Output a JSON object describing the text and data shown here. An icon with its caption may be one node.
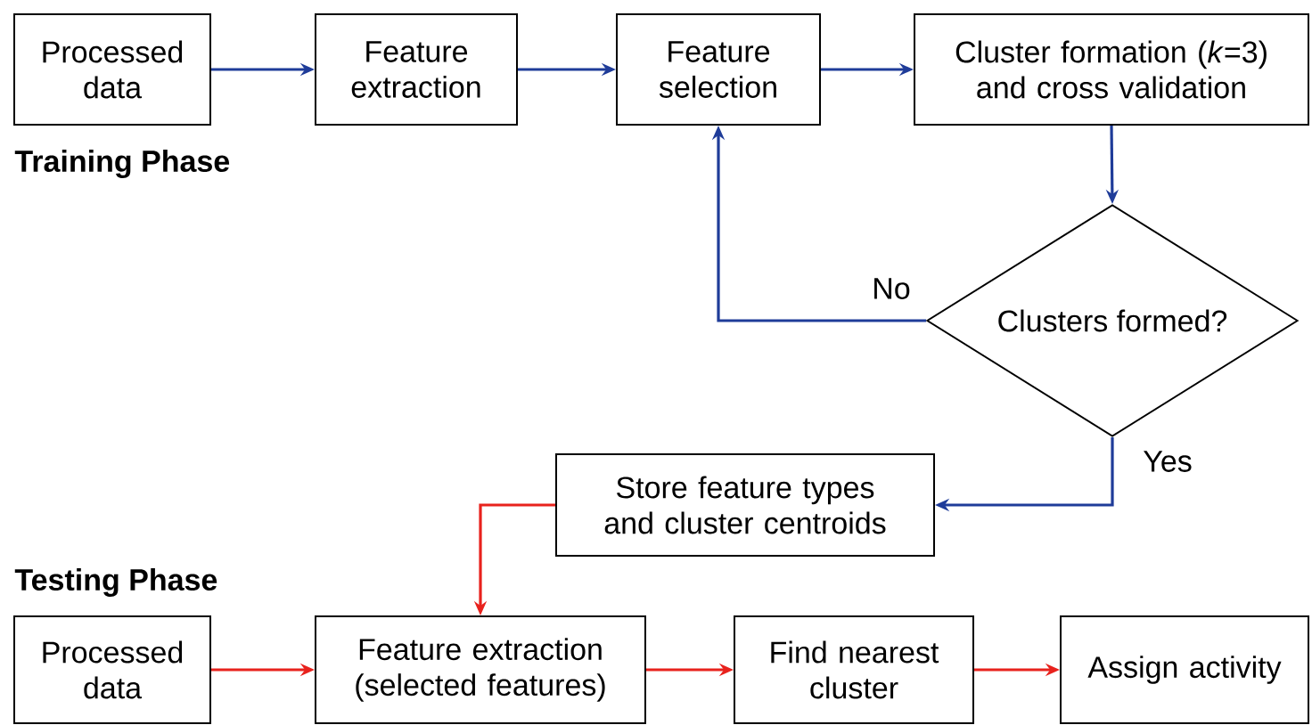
{
  "diagram": {
    "nodes": [
      {
        "text": [
          "Processed data"
        ]
      },
      {
        "text": [
          "Feature extraction"
        ]
      },
      {
        "text": [
          "Feature selection"
        ]
      },
      {
        "text": [
          "Cluster formation (*k*=3) and cross validation"
        ]
      },
      {
        "text": [
          "Clusters formed?"
        ]
      },
      {
        "text": [
          "Store feature types and cluster centroids"
        ]
      },
      {
        "text": [
          "Processed data"
        ]
      },
      {
        "text": [
          "Feature extraction (selected features)"
        ]
      },
      {
        "text": [
          "Find nearest cluster"
        ]
      },
      {
        "text": [
          "Assign activity"
        ]
      }
    ],
    "edges": [
      {
        "from": 0,
        "to": 1,
        "arrow": "to"
      },
      {
        "from": 1,
        "to": 2,
        "arrow": "to"
      },
      {
        "from": 2,
        "to": 3,
        "arrow": "to"
      },
      {
        "from": 3,
        "to": 4,
        "arrow": "to"
      },
      {
        "from": 4,
        "to": 2,
        "arrow": "to",
        "label": "No"
      },
      {
        "from": 4,
        "to": 5,
        "arrow": "to",
        "label": "Yes"
      },
      {
        "from": 5,
        "to": 7,
        "arrow": "to",
        "color": "#e8221d"
      },
      {
        "from": 6,
        "to": 7,
        "arrow": "to",
        "color": "#e8221d"
      },
      {
        "from": 7,
        "to": 8,
        "arrow": "to",
        "color": "#e8221d"
      },
      {
        "from": 8,
        "to": 9,
        "arrow": "to",
        "color": "#e8221d"
      }
    ],
    "labels": [
      "Training Phase",
      "Testing Phase"
    ]
  }
}
